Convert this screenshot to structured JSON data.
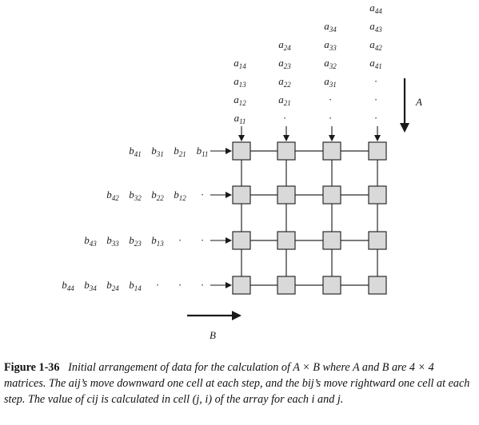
{
  "a_columns": [
    [
      "a11",
      "a12",
      "a13",
      "a14"
    ],
    [
      "·",
      "a21",
      "a22",
      "a23",
      "a24"
    ],
    [
      "·",
      "·",
      "a31",
      "a32",
      "a33",
      "a34"
    ],
    [
      "·",
      "·",
      "·",
      "a41",
      "a42",
      "a43",
      "a44"
    ]
  ],
  "b_rows": [
    [
      "b41",
      "b31",
      "b21",
      "b11"
    ],
    [
      "b42",
      "b32",
      "b22",
      "b12",
      "·"
    ],
    [
      "b43",
      "b33",
      "b23",
      "b13",
      "·",
      "·"
    ],
    [
      "b44",
      "b34",
      "b24",
      "b14",
      "·",
      "·",
      "·"
    ]
  ],
  "arrow_label_A": "A",
  "arrow_label_B": "B",
  "caption": {
    "label": "Figure 1-36",
    "text": "Initial arrangement of data for the calculation of A × B where A and B are 4 × 4 matrices. The aij’s move downward one cell at each step, and the bij’s move rightward one cell at each step. The value of cij is calculated in cell (j, i) of the array for each i and j."
  }
}
